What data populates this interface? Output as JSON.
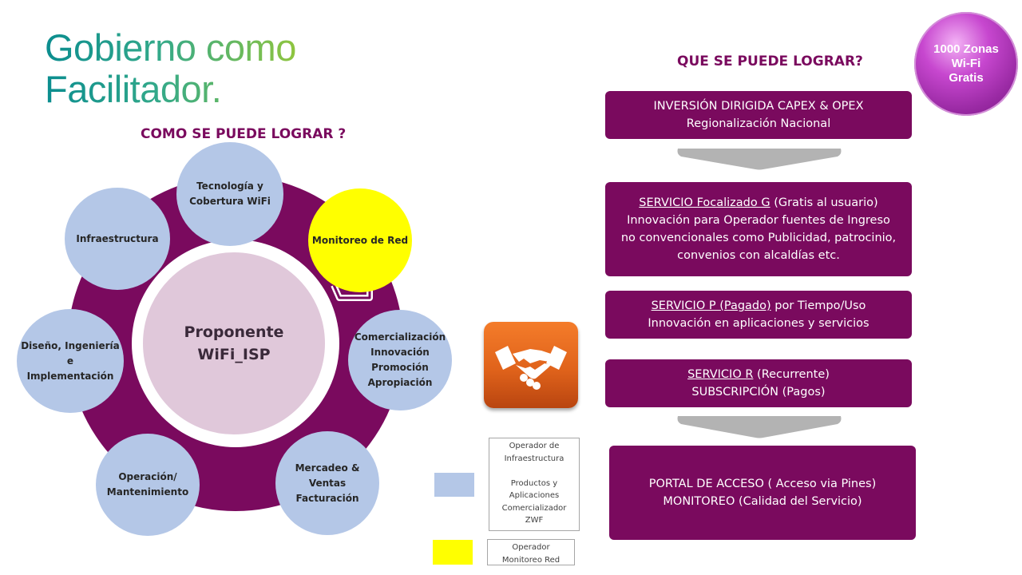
{
  "title": {
    "line1": "Gobierno como",
    "line2": "Facilitador."
  },
  "left_heading": "COMO SE PUEDE LOGRAR ?",
  "right_heading": "QUE SE PUEDE LOGRAR?",
  "center": {
    "line1": "Proponente",
    "line2": "WiFi_ISP"
  },
  "nodes": {
    "tecnologia": "Tecnología y\nCobertura WiFi",
    "monitoreo": "Monitoreo de Red",
    "comercializacion": "Comercialización\nInnovación\nPromoción\nApropiación",
    "mercadeo": "Mercadeo &\nVentas\nFacturación",
    "operacion": "Operación/\nMantenimiento",
    "diseno": "Diseño, Ingeniería e\nImplementación",
    "infraestructura": "Infraestructura"
  },
  "boxes": {
    "b1": {
      "line1": "INVERSIÓN DIRIGIDA CAPEX & OPEX",
      "line2": "Regionalización Nacional"
    },
    "b2": {
      "u": "SERVICIO Focalizado G",
      "rest": " (Gratis al usuario)",
      "line2": "Innovación para Operador fuentes de Ingreso",
      "line3": "no convencionales como Publicidad, patrocinio,",
      "line4": "convenios con alcaldías etc."
    },
    "b3": {
      "u": "SERVICIO P (Pagado)",
      "rest": " por Tiempo/Uso",
      "line2": "Innovación en aplicaciones y servicios"
    },
    "b4": {
      "u": "SERVICIO R",
      "rest": " (Recurrente)",
      "line2": "SUBSCRIPCIÓN (Pagos)"
    },
    "b5": {
      "line1": "PORTAL DE ACCESO ( Acceso via Pines)",
      "line2": "MONITOREO (Calidad del Servicio)"
    }
  },
  "legend": {
    "blue_text": "Operador de\nInfraestructura\n\nProductos y\nAplicaciones\nComercializador\nZWF",
    "yellow_text": "Operador\nMonitoreo Red"
  },
  "badge": {
    "line1": "1000 Zonas",
    "line2": "Wi-Fi",
    "line3": "Gratis"
  },
  "colors": {
    "purple": "#7a0a5e",
    "blue_node": "#b4c7e7",
    "yellow_node": "#ffff00",
    "center": "#e0c8da",
    "arrow": "#b3b3b3"
  },
  "icons": {
    "handshake": "handshake-icon"
  }
}
